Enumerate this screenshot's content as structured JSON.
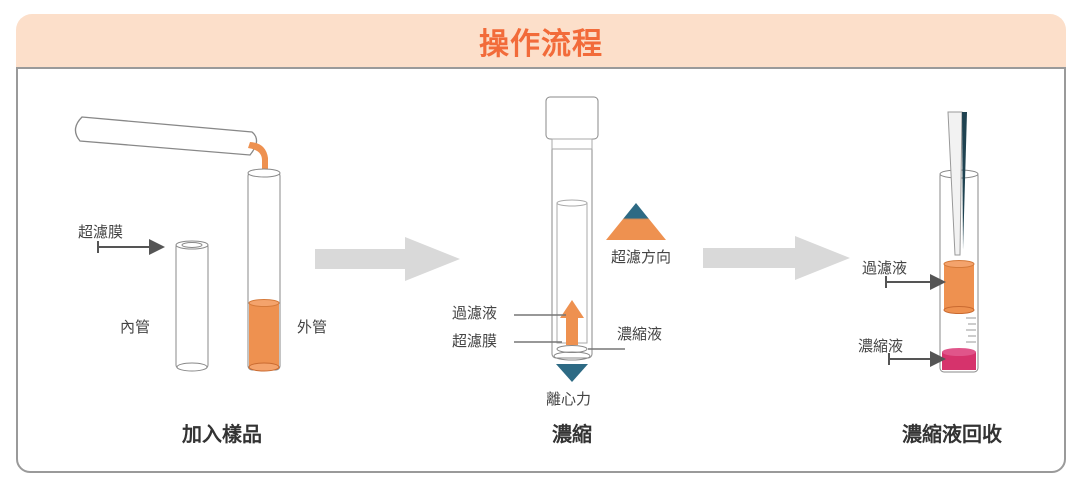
{
  "title": "操作流程",
  "step1": {
    "caption": "加入樣品",
    "membrane_label": "超濾膜",
    "inner_tube_label": "內管",
    "outer_tube_label": "外管"
  },
  "step2": {
    "caption": "濃縮",
    "filtrate_label": "過濾液",
    "membrane_label": "超濾膜",
    "concentrate_label": "濃縮液",
    "force_label": "離心力",
    "direction_label": "超濾方向"
  },
  "step3": {
    "caption": "濃縮液回收",
    "filtrate_label": "過濾液",
    "concentrate_label": "濃縮液"
  },
  "colors": {
    "title": "#f26b3a",
    "banner": "#fcdfca",
    "sample": "#ee9150",
    "arrow_blue": "#2d6a84",
    "concentrate": "#d6336c",
    "flow_arrow": "#d9d9d9"
  }
}
